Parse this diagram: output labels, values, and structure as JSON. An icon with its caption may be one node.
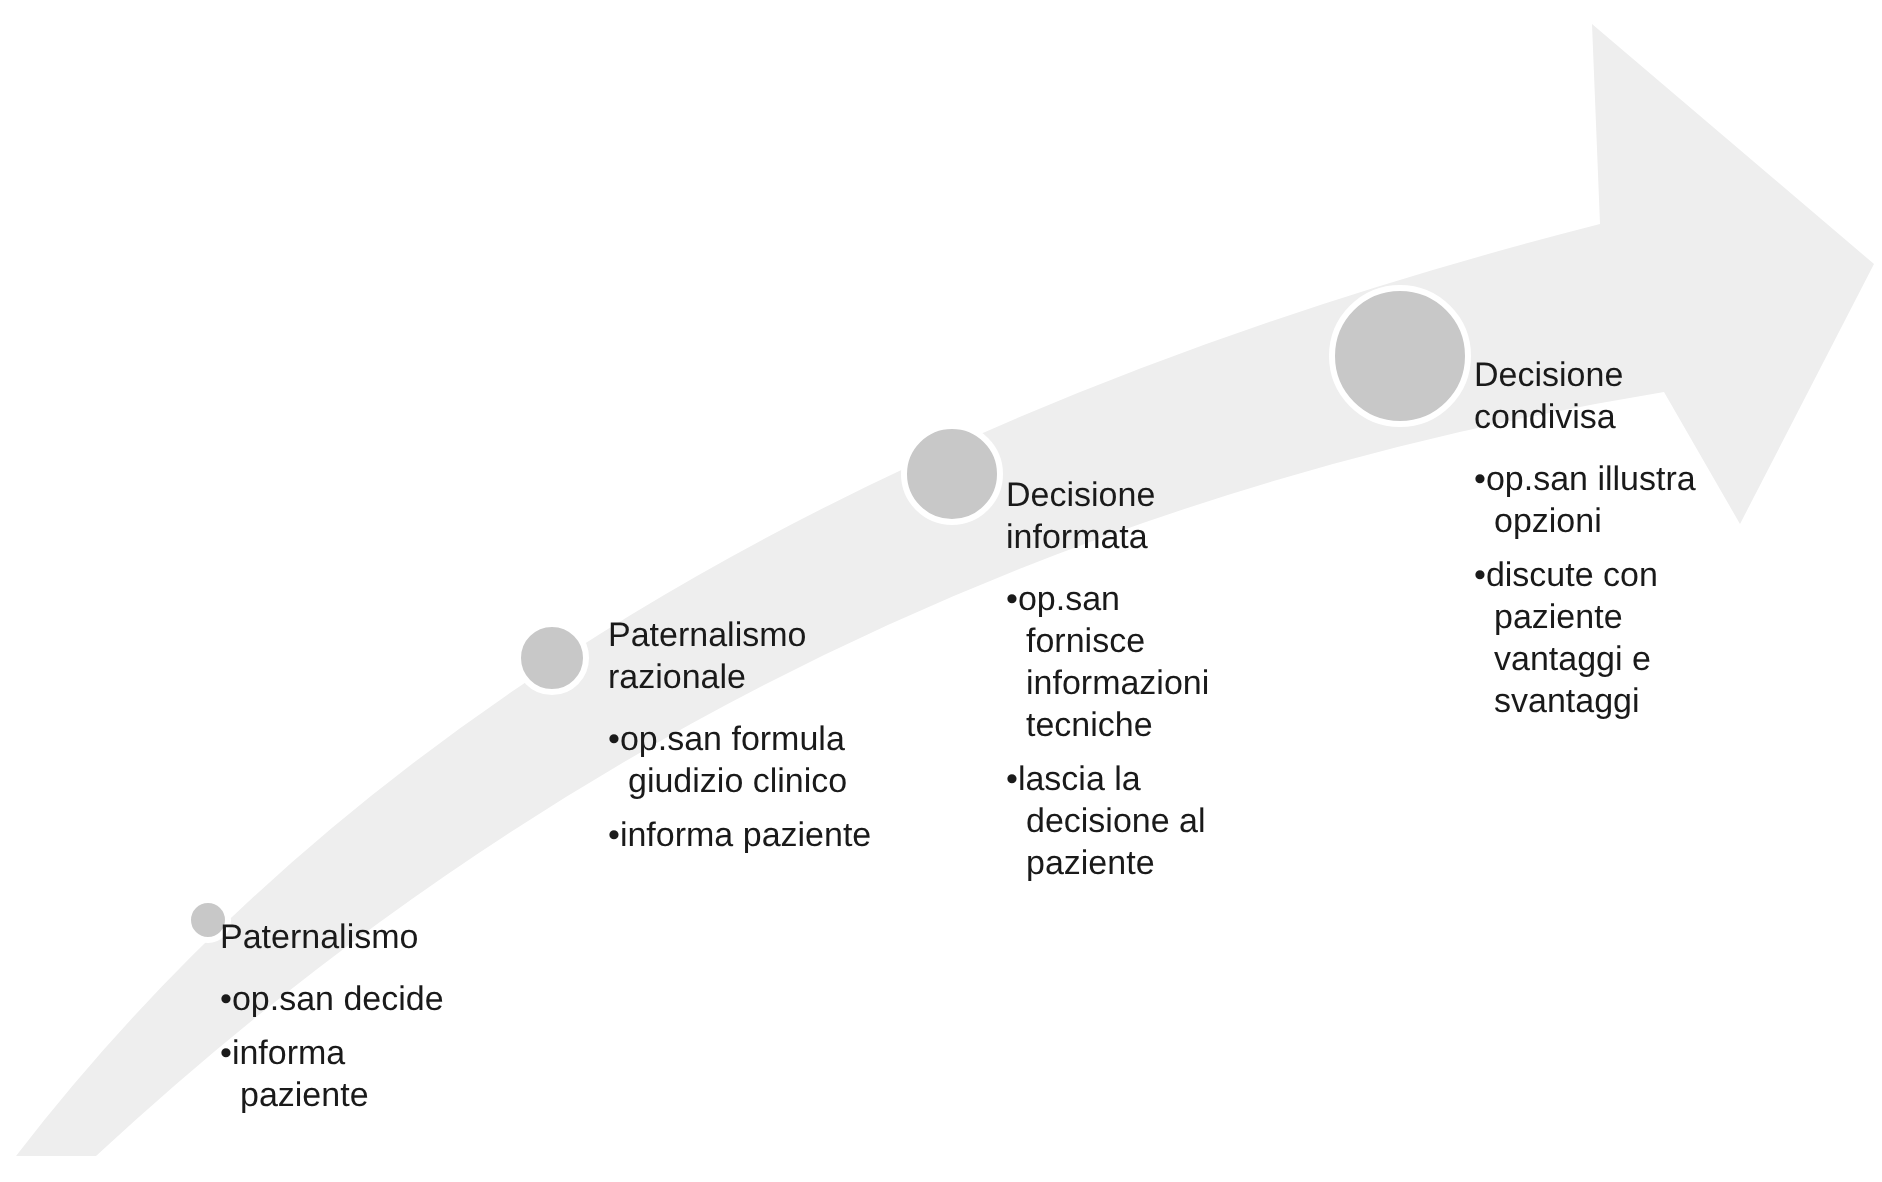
{
  "diagram": {
    "nodes": [
      {
        "text": [],
        "shape": "circle"
      },
      {
        "text": [
          "Paternalismo",
          "•op.san decide",
          "•informa paziente"
        ]
      },
      {
        "text": [],
        "shape": "circle"
      },
      {
        "text": [
          "Paternalismo razionale",
          "•op.san formula giudizio clinico",
          "•informa paziente"
        ]
      },
      {
        "text": [],
        "shape": "circle"
      },
      {
        "text": [
          "Decisione informata",
          "•op.san fornisce informazioni tecniche",
          "•lascia la decisione al paziente"
        ]
      },
      {
        "text": [],
        "shape": "circle"
      },
      {
        "text": [
          "Decisione condivisa",
          "•op.san illustra opzioni",
          "•discute con paziente vantaggi e svantaggi"
        ]
      }
    ]
  }
}
